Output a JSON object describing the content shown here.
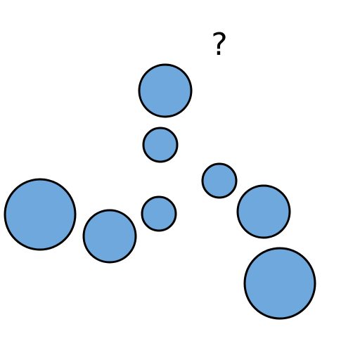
{
  "puzzle": {
    "question_mark": "?",
    "colors": {
      "circle_fill": "#6fa8dc",
      "circle_stroke": "#000000",
      "background": "#ffffff"
    },
    "arms": [
      {
        "name": "upper-arm",
        "circle_sizes": [
          "large",
          "small"
        ]
      },
      {
        "name": "left-arm",
        "circle_sizes": [
          "small",
          "medium",
          "extra-large"
        ]
      },
      {
        "name": "right-arm",
        "circle_sizes": [
          "small",
          "medium",
          "extra-large"
        ]
      }
    ],
    "missing_element": "unknown"
  }
}
